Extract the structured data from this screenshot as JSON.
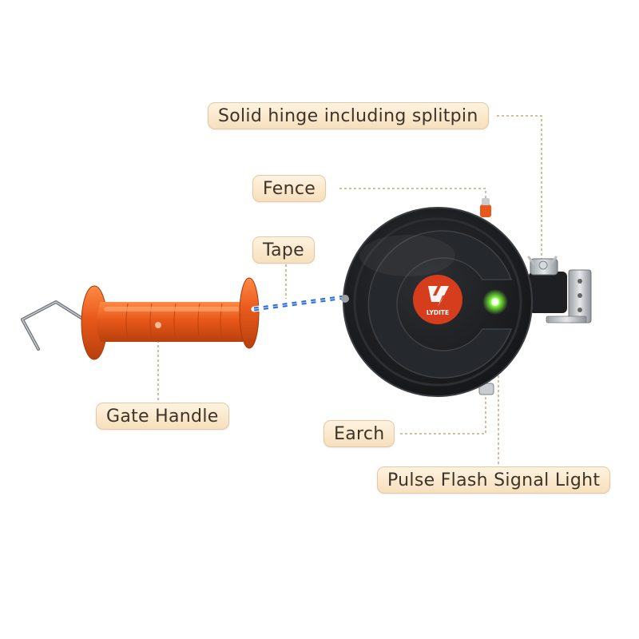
{
  "callouts": {
    "hinge": "Solid hinge including splitpin",
    "fence": "Fence",
    "tape": "Tape",
    "gate_handle": "Gate Handle",
    "earch": "Earch",
    "pulse_light": "Pulse Flash Signal Light"
  },
  "logo": {
    "brand": "LYDITE"
  },
  "colors": {
    "label_fill": "#f6dfbd",
    "label_border": "#e2c9a2",
    "leader_line": "#b89a66",
    "handle_orange": "#e8581a",
    "reel_body": "#1d1f22",
    "logo_red": "#d63d1c",
    "signal_green": "#7dff3a",
    "tape_blue": "#2a6fd6"
  }
}
